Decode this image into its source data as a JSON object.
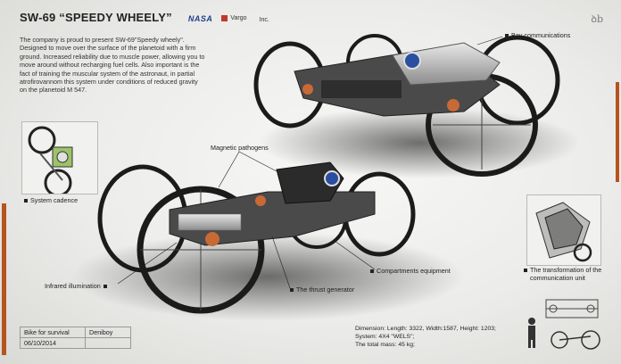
{
  "header": {
    "title": "SW-69 “SPEEDY WHEELY”",
    "brand_nasa": "NASA",
    "brand_vargo": "Vargo",
    "brand_inc": "Inc.",
    "corner_mark": "ꝺb"
  },
  "description": "The company is proud to present  SW-69\"Speedy wheely\". Designed to move over the surface of the planetoid with a firm ground. Increased reliability due to muscle power, allowing you to move around without recharging fuel cells. Also important is the fact of training the muscular system of the astronaut, in partial atrofirovannom this system under conditions of reduced gravity on the planetoid M 547.",
  "callouts": {
    "bay_communications": "Bay communications",
    "magnetic_pathogens": "Magnetic pathogens",
    "system_cadence": "System cadence",
    "compartments_equipment": "Compartments equipment",
    "infrared_illumination": "Infrared illumination",
    "thrust_generator": "The thrust generator",
    "transformation_line1": "The transformation of the",
    "transformation_line2": "communication unit"
  },
  "info_table": {
    "project": "Bike for survival",
    "author": "Deniboy",
    "date": "06/10/2014"
  },
  "dimensions": {
    "line1": "Dimension: Length: 3322, Width:1587, Height: 1203;",
    "line2": "System: 4X4 \"WELS\";",
    "line3": "The total mass: 45 kg;"
  },
  "colors": {
    "accent": "#b4541f",
    "nasa_blue": "#1f3f8a",
    "vargo_red": "#c0392b"
  }
}
